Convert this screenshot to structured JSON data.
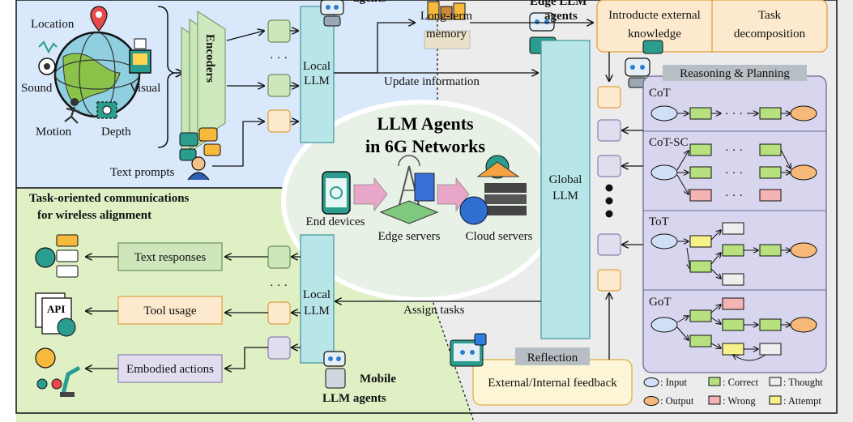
{
  "title_line1": "LLM Agents",
  "title_line2": "in 6G Networks",
  "perception": {
    "modalities": {
      "location": "Location",
      "sound": "Sound",
      "visual": "Visual",
      "motion": "Motion",
      "depth": "Depth"
    },
    "encoders": "Encoders",
    "text_prompts": "Text prompts",
    "ellipsis": "· · ·"
  },
  "local_llm_top": [
    "Local",
    "LLM"
  ],
  "local_llm_bottom": [
    "Local",
    "LLM"
  ],
  "top_agents": "agents",
  "edge_agents": [
    "Edge LLM",
    "agents"
  ],
  "memory": [
    "Long-term",
    "memory"
  ],
  "update_information": "Update information",
  "assign_tasks": "Assign tasks",
  "global_llm": [
    "Global",
    "LLM"
  ],
  "knowledge": [
    "Introducte external",
    "knowledge"
  ],
  "task_decomposition": [
    "Task",
    "decomposition"
  ],
  "reasoning_planning": "Reasoning & Planning",
  "reasoning_methods": [
    "CoT",
    "CoT-SC",
    "ToT",
    "GoT"
  ],
  "reflection": "Reflection",
  "feedback": "External/Internal feedback",
  "network": {
    "end_devices": "End devices",
    "edge_servers": "Edge servers",
    "cloud_servers": "Cloud servers"
  },
  "tasks_title": [
    "Task-oriented communications",
    "for wireless alignment"
  ],
  "outputs": {
    "text": "Text responses",
    "tool": "Tool usage",
    "embodied": "Embodied actions"
  },
  "mobile_agents": [
    "Mobile",
    "LLM agents"
  ],
  "legend": {
    "input": ": Input",
    "output": ": Output",
    "correct": ": Correct",
    "wrong": ": Wrong",
    "thought": ": Thought",
    "attempt": ": Attempt"
  },
  "colors": {
    "blue_panel": "#d9e8fb",
    "green_panel": "#dff0c5",
    "gray_panel": "#ececec",
    "teal": "#b8e6e8",
    "green_box": "#cfe5bc",
    "orange_box": "#fde9cd",
    "purple_box": "#e2dcef",
    "reasoning_panel": "#d8d6ee"
  }
}
